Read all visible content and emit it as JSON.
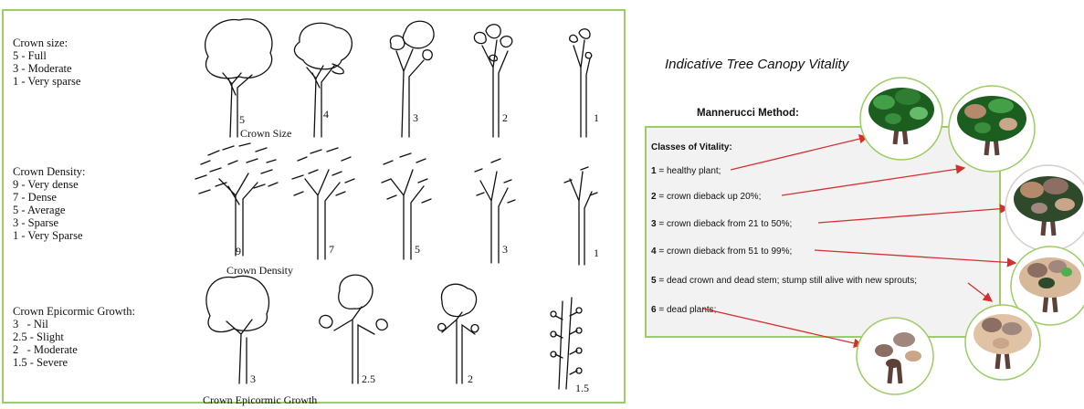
{
  "left_panel": {
    "size_legend": [
      "Crown size:",
      "5 - Full",
      "3 - Moderate",
      "1 - Very sparse"
    ],
    "density_legend": [
      "Crown Density:",
      "9 - Very dense",
      "7 - Dense",
      "5 - Average",
      "3 - Sparse",
      "1 - Very Sparse"
    ],
    "epicormic_legend": [
      "Crown Epicormic Growth:",
      "3   - Nil",
      "2.5 - Slight",
      "2   - Moderate",
      "1.5 - Severe"
    ],
    "size_row_label": "Crown Size",
    "density_row_label": "Crown Density",
    "epicormic_row_label": "Crown Epicormic Growth",
    "size_numbers": [
      "5",
      "4",
      "3",
      "2",
      "1"
    ],
    "density_numbers": [
      "9",
      "7",
      "5",
      "3",
      "1"
    ],
    "epicormic_numbers": [
      "3",
      "2.5",
      "2",
      "1.5"
    ]
  },
  "right_panel": {
    "title": "Indicative Tree Canopy Vitality",
    "method_title": "Mannerucci Method:",
    "classes_title": "Classes of Vitality:",
    "classes": [
      {
        "num": "1",
        "text": " = healthy plant;"
      },
      {
        "num": "2",
        "text": " = crown dieback up 20%;"
      },
      {
        "num": "3",
        "text": " = crown dieback  from 21 to 50%;"
      },
      {
        "num": "4",
        "text": " = crown dieback  from 51 to 99%;"
      },
      {
        "num": "5",
        "text": " = dead crown and  dead stem; stump still alive with new sprouts;"
      },
      {
        "num": "6",
        "text": " = dead plants;"
      }
    ]
  },
  "colors": {
    "border_green": "#9ccc65",
    "arrow_red": "#d32f2f",
    "healthy_green": "#2e7d32",
    "dieback_brown": "#b5896b"
  }
}
